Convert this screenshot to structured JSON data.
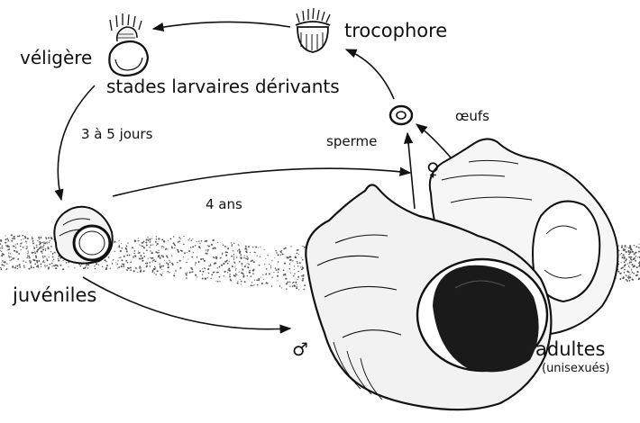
{
  "labels": {
    "veligere": "véligère",
    "trocophore": "trocophore",
    "stades": "stades larvaires dérivants",
    "duree_larvaire": "3 à 5 jours",
    "oeufs": "œufs",
    "sperme": "sperme",
    "quatre_ans": "4 ans",
    "juveniles": "juvéniles",
    "adultes": "adultes",
    "unisexues": "(unisexués)",
    "female_symbol": "♀",
    "male_symbol": "♂"
  },
  "colors": {
    "line": "#111111",
    "shell_fill": "#f2f2f2",
    "aperture": "#1a1a1a",
    "sand": "#555555"
  }
}
